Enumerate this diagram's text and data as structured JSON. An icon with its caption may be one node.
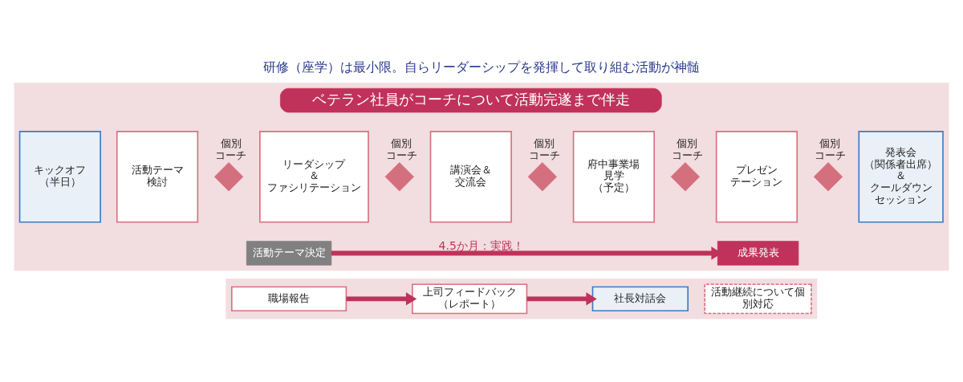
{
  "diagram": {
    "title": "研修（座学）は最小限。自らリーダーシップを発揮して取り組む活動が神髄",
    "nodes": [
      {
        "text": [],
        "shape": "box"
      },
      {
        "text": [
          "ベテラン社員がコーチについて活動完遂まで伴走"
        ],
        "in": 0
      },
      {
        "text": [
          "キックオフ（半日）"
        ],
        "in": 0
      },
      {
        "text": [
          "活動テーマ検討"
        ],
        "in": 0
      },
      {
        "text": [],
        "shape": "diamond",
        "beside": [
          "個別コーチ"
        ],
        "in": 0
      },
      {
        "text": [
          "リーダシップ＆ファシリテーション"
        ],
        "in": 0
      },
      {
        "text": [],
        "shape": "diamond",
        "beside": [
          "個別コーチ"
        ],
        "in": 0
      },
      {
        "text": [
          "講演会＆交流会"
        ],
        "in": 0
      },
      {
        "text": [],
        "shape": "diamond",
        "beside": [
          "個別コーチ"
        ],
        "in": 0
      },
      {
        "text": [
          "府中事業場見学（予定）"
        ],
        "in": 0
      },
      {
        "text": [],
        "shape": "diamond",
        "beside": [
          "個別コーチ"
        ],
        "in": 0
      },
      {
        "text": [
          "プレゼンテーション"
        ],
        "in": 0
      },
      {
        "text": [],
        "shape": "diamond",
        "beside": [
          "個別コーチ"
        ],
        "in": 0
      },
      {
        "text": [
          "発表会（関係者出席）＆クールダウンセッション"
        ],
        "in": 0
      },
      {
        "text": [
          "活動テーマ決定"
        ],
        "in": 0
      },
      {
        "text": [
          "成果発表"
        ],
        "in": 0
      },
      {
        "text": [],
        "shape": "box"
      },
      {
        "text": [
          "職場報告"
        ],
        "in": 16
      },
      {
        "text": [
          "上司フィードバック（レポート）"
        ],
        "in": 16
      },
      {
        "text": [
          "社長対話会"
        ],
        "in": 16
      },
      {
        "text": [
          "活動継続について個別対応"
        ],
        "in": 16
      }
    ],
    "edges": [
      {
        "from": 14,
        "to": 15,
        "arrow": "to",
        "label": "4.5か月：実践！"
      },
      {
        "from": 17,
        "to": 18,
        "arrow": "to"
      },
      {
        "from": 18,
        "to": 19,
        "arrow": "to"
      }
    ]
  }
}
